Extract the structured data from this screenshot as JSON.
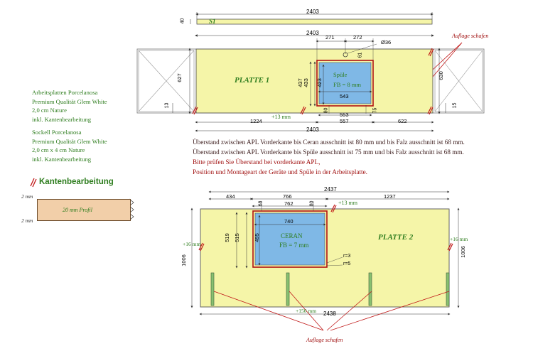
{
  "material": {
    "worktop": [
      "Arbeitsplatten Porcelanosa",
      "Premium Qualität Glem White",
      "2,0 cm Nature",
      "inkl. Kantenbearbeitung"
    ],
    "plinth": [
      "Sockell Porcelanosa",
      "Premium Qualität Glem White",
      "2,0 cm x 4 cm Nature",
      "inkl. Kantenbearbeitung"
    ]
  },
  "edge": {
    "heading": "Kantenbearbeitung",
    "profile": "20 mm Profil",
    "top_mm": "2 mm",
    "bottom_mm": "2 mm"
  },
  "notes": {
    "lines": [
      "Überstand zwischen APL Vorderkante bis Ceran ausschnitt ist 80 mm und bis Falz ausschnitt ist 68 mm.",
      "Überstand zwischen APL Vorderkante bis Spüle ausschnitt ist 75 mm und bis Falz ausschnitt ist 68 mm."
    ],
    "warning": [
      "Bitte prüfen Sie Überstand bei vorderkante APL,",
      "Position und Montageart der Geräte und Spüle in der Arbeitsplatte."
    ]
  },
  "plate1": {
    "name": "PLATTE 1",
    "sink_label": "Spüle",
    "sink_fb": "FB = 8 mm",
    "plinth_label": "S1",
    "support_label": "Auflage schafen",
    "overhang": "+13 mm",
    "dims": {
      "plinth_len": "2403",
      "plinth_h": "40",
      "top_len": "2403",
      "sink_off_left": "271",
      "sink_off_right": "272",
      "tap_d": "Ø36",
      "tap_y": "61",
      "depth_left": "627",
      "depth_right": "630",
      "sink_h1": "437",
      "sink_h2": "433",
      "sink_h3": "423",
      "sink_w": "543",
      "bottom_left": "1224",
      "sink_outer": "553",
      "sink_inner": "557",
      "right_rest": "622",
      "front_a": "80",
      "front_b": "75",
      "bottom_total": "2403",
      "edge_small_l": "13",
      "edge_small_r": "15"
    }
  },
  "plate2": {
    "name": "PLATTE 2",
    "ceran_label": "CERAN",
    "ceran_fb": "FB = 7 mm",
    "support_label": "Auflage schafen",
    "overhang_top": "+13 mm",
    "overhang_left": "+16 mm",
    "overhang_right": "+16 mm",
    "dims": {
      "top_len": "2437",
      "left_off": "434",
      "ceran_outer": "766",
      "right_rest": "1237",
      "ceran_inner": "762",
      "side_a": "68",
      "side_b": "80",
      "ceran_w": "740",
      "h1": "519",
      "h2": "515",
      "h3": "495",
      "depth_left": "1006",
      "depth_right": "1006",
      "r1": "r=3",
      "r2": "r=5",
      "bottom_len": "2438",
      "support_off": "+150 mm"
    }
  }
}
